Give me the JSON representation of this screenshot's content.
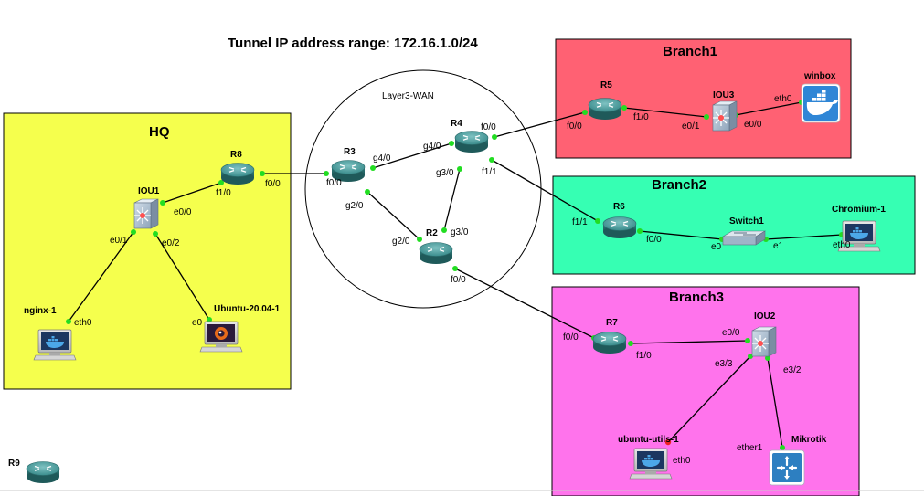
{
  "title": "Tunnel IP address range: 172.16.1.0/24",
  "wan_label": "Layer3-WAN",
  "zones": {
    "hq": {
      "name": "HQ",
      "color": "#f5ff4d"
    },
    "branch1": {
      "name": "Branch1",
      "color": "#ff6173"
    },
    "branch2": {
      "name": "Branch2",
      "color": "#36ffb3"
    },
    "branch3": {
      "name": "Branch3",
      "color": "#ff73ec"
    }
  },
  "nodes": {
    "r2": {
      "name": "R2",
      "type": "router"
    },
    "r3": {
      "name": "R3",
      "type": "router"
    },
    "r4": {
      "name": "R4",
      "type": "router"
    },
    "r5": {
      "name": "R5",
      "type": "router"
    },
    "r6": {
      "name": "R6",
      "type": "router"
    },
    "r7": {
      "name": "R7",
      "type": "router"
    },
    "r8": {
      "name": "R8",
      "type": "router"
    },
    "r9": {
      "name": "R9",
      "type": "router"
    },
    "iou1": {
      "name": "IOU1",
      "type": "switch"
    },
    "iou2": {
      "name": "IOU2",
      "type": "switch"
    },
    "iou3": {
      "name": "IOU3",
      "type": "switch"
    },
    "switch1": {
      "name": "Switch1",
      "type": "ethernet-switch"
    },
    "nginx": {
      "name": "nginx-1",
      "type": "docker-host"
    },
    "ubuntu2004": {
      "name": "Ubuntu-20.04-1",
      "type": "vm-host"
    },
    "winbox": {
      "name": "winbox",
      "type": "docker"
    },
    "chromium": {
      "name": "Chromium-1",
      "type": "docker-host"
    },
    "ubuntu_utils": {
      "name": "ubuntu-utils-1",
      "type": "docker-host"
    },
    "mikrotik": {
      "name": "Mikrotik",
      "type": "mikrotik"
    }
  },
  "ports": {
    "r8_f10": "f1/0",
    "r8_f00": "f0/0",
    "r3_f00": "f0/0",
    "r3_g40": "g4/0",
    "r3_g20": "g2/0",
    "r4_g40": "g4/0",
    "r4_f00": "f0/0",
    "r4_g30": "g3/0",
    "r4_f11": "f1/1",
    "r2_g20": "g2/0",
    "r2_g30": "g3/0",
    "r2_f00": "f0/0",
    "r5_f00": "f0/0",
    "r5_f10": "f1/0",
    "iou3_e01": "e0/1",
    "iou3_e00": "e0/0",
    "winbox_eth0": "eth0",
    "r6_f11": "f1/1",
    "r6_f00": "f0/0",
    "sw1_e0": "e0",
    "sw1_e1": "e1",
    "chromium_eth0": "eth0",
    "iou1_e00": "e0/0",
    "iou1_e01": "e0/1",
    "iou1_e02": "e0/2",
    "nginx_eth0": "eth0",
    "ubuntu_e0": "e0",
    "r7_f00": "f0/0",
    "r7_f10": "f1/0",
    "iou2_e00": "e0/0",
    "iou2_e33": "e3/3",
    "iou2_e32": "e3/2",
    "utils_eth0": "eth0",
    "mikrotik_ether1": "ether1"
  },
  "colors": {
    "router": "#3a8c8c",
    "switch_body": "#9fb4c8",
    "link": "#000000",
    "port_up": "#22dd22",
    "port_down": "#ee2222"
  }
}
